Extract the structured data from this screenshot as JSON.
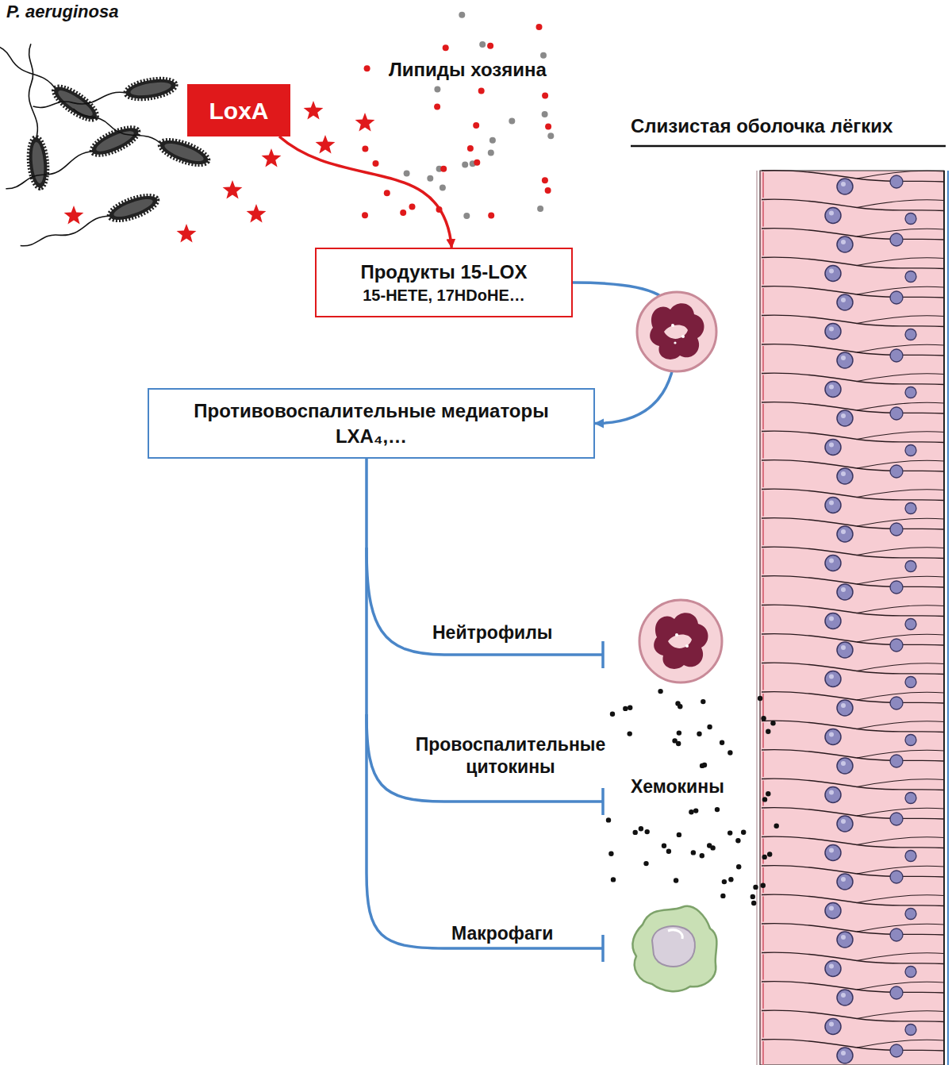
{
  "diagram": {
    "nodes": [
      {
        "text": [
          "LoxA"
        ]
      },
      {
        "text": [
          "Продукты 15-LOX",
          "15-HETE, 17HDoHE…"
        ]
      },
      {
        "text": [
          "Противовоспалительные медиаторы",
          "LXA₄,…"
        ]
      }
    ],
    "edges": [
      {
        "from": 0,
        "to": 1,
        "arrow": "to"
      },
      {
        "from": 1,
        "to": 2,
        "arrow": "to"
      }
    ],
    "labels": [
      "P. aeruginosa",
      "Липиды хозяина",
      "Слизистая оболочка лёгких",
      "Нейтрофилы",
      "Провоспалительные цитокины",
      "Хемокины",
      "Макрофаги"
    ]
  }
}
